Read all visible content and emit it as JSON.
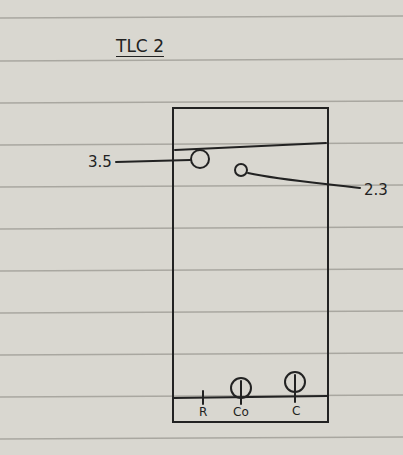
{
  "diagram": {
    "title": "TLC 2",
    "labels": [
      "3.5",
      "2.3",
      "R",
      "Co",
      "C"
    ]
  }
}
